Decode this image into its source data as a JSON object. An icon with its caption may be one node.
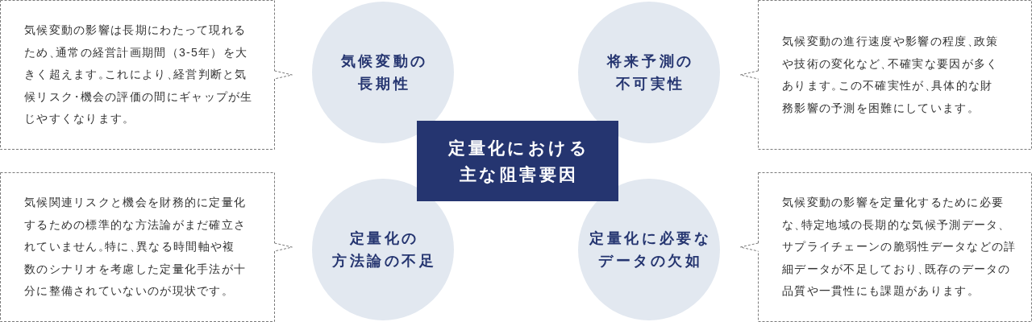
{
  "diagram": {
    "nodes": [
      {
        "text": [
          "気候変動の影響は長期にわたって現れるため、通常の経営計画期間（3-5年）を大きく超えます。これにより、経営判断と気候リスク・機会の評価の間にギャップが生じやすくなります。"
        ]
      },
      {
        "text": [
          "気候変動の長期性"
        ]
      },
      {
        "text": [
          "将来予測の不可実性"
        ]
      },
      {
        "text": [
          "気候変動の進行速度や影響の程度、政策や技術の変化など、不確実な要因が多くあります。この不確実性が、具体的な財務影響の予測を困難にしています。"
        ]
      },
      {
        "text": [
          "定量化における主な阻害要因"
        ]
      },
      {
        "text": [
          "気候関連リスクと機会を財務的に定量化するための標準的な方法論がまだ確立されていません。特に、異なる時間軸や複数のシナリオを考慮した定量化手法が十分に整備されていないのが現状です。"
        ]
      },
      {
        "text": [
          "定量化の方法論の不足"
        ]
      },
      {
        "text": [
          "定量化に必要なデータの欠如"
        ]
      },
      {
        "text": [
          "気候変動の影響を定量化するために必要な、特定地域の長期的な気候予測データ、サプライチェーンの脆弱性データなどの詳細データが不足しており、既存のデータの品質や一貫性にも課題があります。"
        ]
      }
    ],
    "edges": [
      {
        "from": 0,
        "to": 1,
        "arrow": "to"
      },
      {
        "from": 3,
        "to": 2,
        "arrow": "to"
      },
      {
        "from": 5,
        "to": 6,
        "arrow": "to"
      },
      {
        "from": 8,
        "to": 7,
        "arrow": "to"
      }
    ]
  }
}
